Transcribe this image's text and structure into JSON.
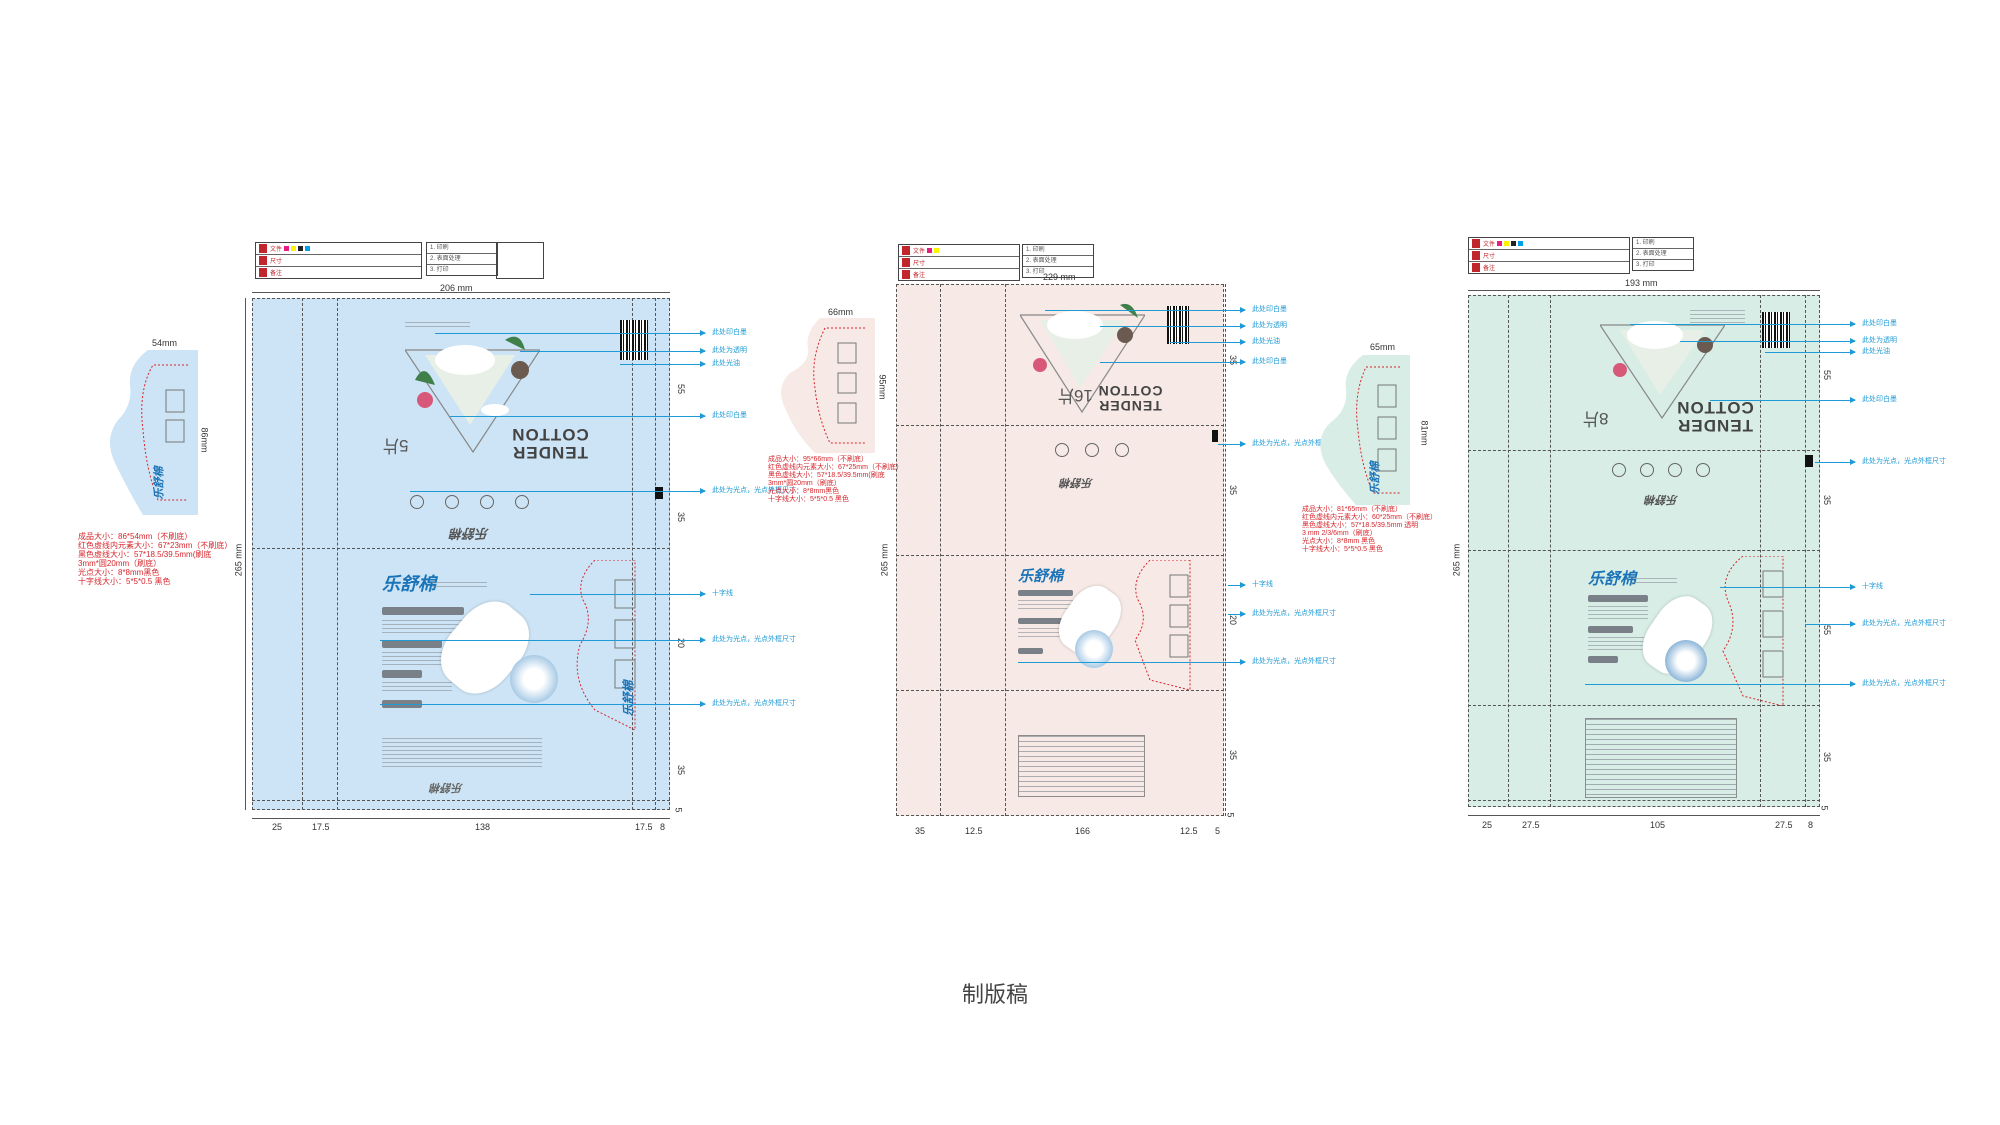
{
  "footer_title": "制版稿",
  "colors": {
    "blue_panel": "#cce4f5",
    "pink_panel": "#f6e9e6",
    "green_panel": "#d7ede5",
    "annotation_blue": "#1e9ad6",
    "annotation_red": "#d6262c",
    "brand_blue": "#1b73b8"
  },
  "brand_name": "乐舒棉",
  "tender_line1": "TENDER",
  "tender_line2": "COTTON",
  "sheets": [
    {
      "count_label": "5片",
      "width_dim": "206 mm",
      "height_dim": "265 mm",
      "bottom_dims": [
        "25",
        "17.5",
        "138",
        "17.5",
        "8"
      ],
      "side_dims": [
        "55",
        "35",
        "20",
        "35",
        "5"
      ],
      "flap": {
        "width_dim": "54mm",
        "height_dim": "86mm",
        "spec_notes": [
          "成品大小：86*54mm（不刷底）",
          "红色虚线内元素大小：67*23mm（不刷底）",
          "黑色虚线大小：57*18.5/39.5mm(刷底",
          "          3mm*圆20mm（刷底）",
          "光点大小：8*8mm黑色",
          "十字线大小：5*5*0.5  黑色"
        ]
      }
    },
    {
      "count_label": "16片",
      "width_dim": "229 mm",
      "height_dim": "265 mm",
      "bottom_dims": [
        "35",
        "12.5",
        "166",
        "12.5",
        "5"
      ],
      "side_dims": [
        "35",
        "35",
        "20",
        "35",
        "5"
      ],
      "flap": {
        "width_dim": "66mm",
        "height_dim": "95mm",
        "spec_notes": [
          "成品大小：95*66mm（不刷底）",
          "红色虚线内元素大小：67*25mm（不刷底）",
          "黑色虚线大小：57*18.5/39.5mm(刷底",
          "          3mm*圆20mm（刷底）",
          "光点大小：8*8mm黑色",
          "十字线大小：5*5*0.5  黑色"
        ]
      }
    },
    {
      "count_label": "8片",
      "width_dim": "193 mm",
      "height_dim": "265 mm",
      "bottom_dims": [
        "25",
        "27.5",
        "105",
        "27.5",
        "8"
      ],
      "side_dims": [
        "55",
        "35",
        "55",
        "35",
        "5"
      ],
      "flap": {
        "width_dim": "65mm",
        "height_dim": "81mm",
        "spec_notes": [
          "成品大小：81*65mm（不刷底）",
          "红色虚线内元素大小：60*25mm（不刷底）",
          "黑色虚线大小：57*18.5/39.5mm 透明",
          "          3 mm 2/3/6mm（刷底）",
          "光点大小：8*8mm 黑色",
          "十字线大小：5*5*0.5  黑色"
        ]
      }
    }
  ],
  "info_table": {
    "labels": [
      "文件",
      "尺寸",
      "备注"
    ],
    "right_rows": [
      "1. 印刷",
      "2. 表面处理",
      "3. 打印"
    ]
  },
  "annotations": {
    "print_white": "此处印白墨",
    "print_transparent": "此处为透明",
    "print_gloss": "此处光油",
    "light_spot": "此处为光点，光点外框尺寸",
    "cross_line": "十字线"
  }
}
